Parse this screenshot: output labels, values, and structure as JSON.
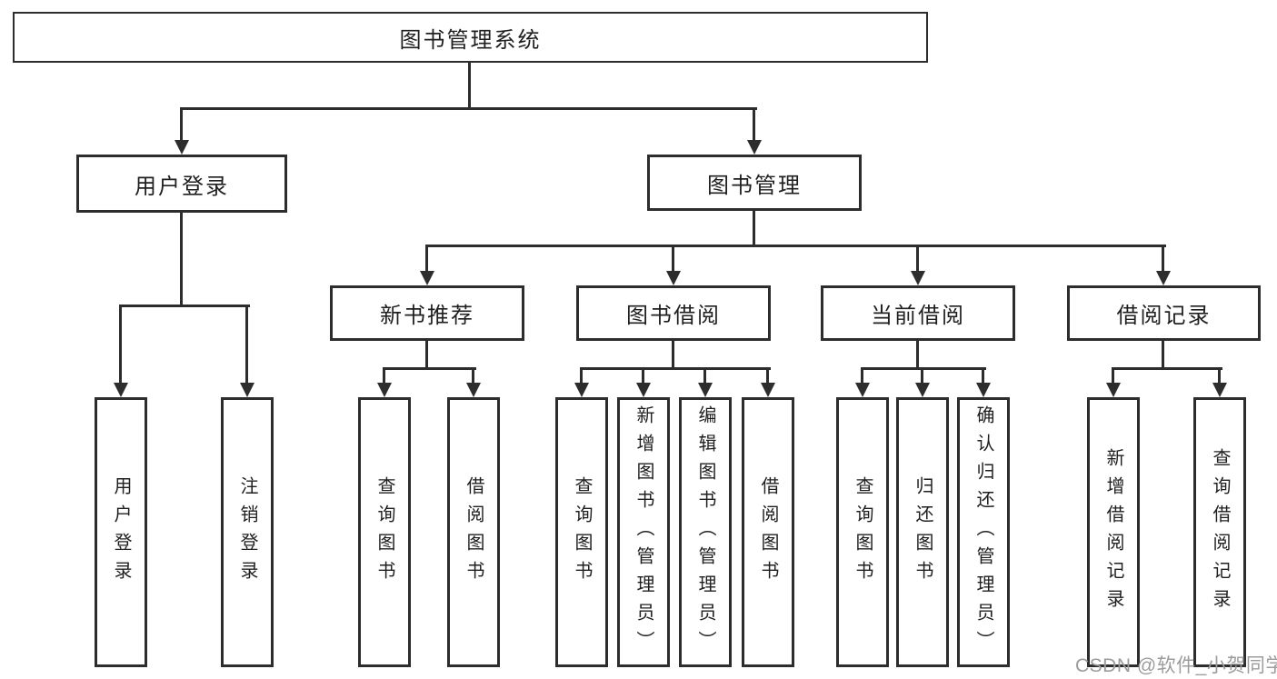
{
  "nodes": {
    "root": "图书管理系统",
    "level1": [
      "用户登录",
      "图书管理"
    ],
    "level2": [
      "新书推荐",
      "图书借阅",
      "当前借阅",
      "借阅记录"
    ],
    "leaves_login": [
      "用户登录",
      "注销登录"
    ],
    "leaves_recommend": [
      "查询图书",
      "借阅图书"
    ],
    "leaves_borrow": [
      "查询图书",
      "新增图书（管理员）",
      "编辑图书（管理员）",
      "借阅图书"
    ],
    "leaves_current": [
      "查询图书",
      "归还图书",
      "确认归还（管理员）"
    ],
    "leaves_record": [
      "新增借阅记录",
      "查询借阅记录"
    ]
  },
  "watermark": "CSDN @软件_小贺同学",
  "colors": {
    "line": "#2d2d2d",
    "box_border": "#2d2d2d",
    "text": "#1f1f1f",
    "watermark": "#9c9c9c",
    "background": "#ffffff"
  }
}
